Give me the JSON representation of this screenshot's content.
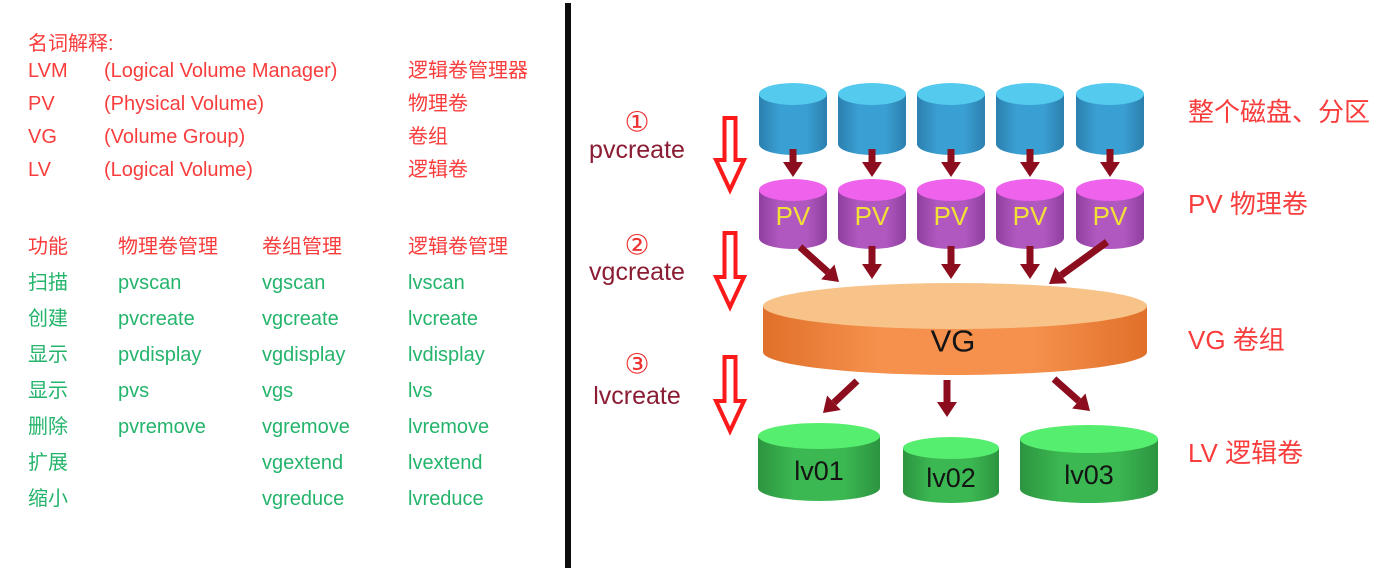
{
  "left_panel": {
    "glossary": {
      "title": "名词解释:",
      "entries": [
        {
          "abbr": "LVM",
          "english": "(Logical Volume Manager)",
          "chinese": "逻辑卷管理器"
        },
        {
          "abbr": "PV",
          "english": "(Physical Volume)",
          "chinese": "物理卷"
        },
        {
          "abbr": "VG",
          "english": "(Volume Group)",
          "chinese": "卷组"
        },
        {
          "abbr": "LV",
          "english": "(Logical Volume)",
          "chinese": "逻辑卷"
        }
      ]
    },
    "command_table": {
      "headers": [
        "功能",
        "物理卷管理",
        "卷组管理",
        "逻辑卷管理"
      ],
      "rows": [
        [
          "扫描",
          "pvscan",
          "vgscan",
          "lvscan"
        ],
        [
          "创建",
          "pvcreate",
          "vgcreate",
          "lvcreate"
        ],
        [
          "显示",
          "pvdisplay",
          "vgdisplay",
          "lvdisplay"
        ],
        [
          "显示",
          "pvs",
          "vgs",
          "lvs"
        ],
        [
          "删除",
          "pvremove",
          "vgremove",
          "lvremove"
        ],
        [
          "扩展",
          "",
          "vgextend",
          "lvextend"
        ],
        [
          "缩小",
          "",
          "vgreduce",
          "lvreduce"
        ]
      ]
    }
  },
  "diagram": {
    "steps": [
      {
        "number": "①",
        "command": "pvcreate"
      },
      {
        "number": "②",
        "command": "vgcreate"
      },
      {
        "number": "③",
        "command": "lvcreate"
      }
    ],
    "layers": {
      "disks": {
        "count": 5,
        "label": "整个磁盘、分区"
      },
      "pv": {
        "items": [
          "PV",
          "PV",
          "PV",
          "PV",
          "PV"
        ],
        "label": "PV 物理卷"
      },
      "vg": {
        "name": "VG",
        "label": "VG 卷组"
      },
      "lv": {
        "items": [
          "lv01",
          "lv02",
          "lv03"
        ],
        "label": "LV 逻辑卷"
      }
    },
    "colors": {
      "red_text": "#f93c3c",
      "green_text": "#25b46c",
      "maroon_text": "#8a1c33",
      "step_number_red": "#ef3333",
      "dark_arrow": "#8b0d1e",
      "hollow_arrow_red": "#fb1919",
      "divider_black": "#0d0d0d",
      "disk_top": "#54cbee",
      "disk_body": "#3a9fd2",
      "disk_edge": "#2b7fae",
      "pv_top": "#ee62ec",
      "pv_body": "#b058c0",
      "pv_edge": "#8e3f9e",
      "pv_label_yellow": "#f2e135",
      "vg_top": "#f8c388",
      "vg_body": "#f5914d",
      "vg_edge": "#e0702a",
      "lv_top": "#56ee6e",
      "lv_body": "#3cb852",
      "lv_edge": "#2c9440",
      "cyl_label_black": "#141414"
    }
  }
}
